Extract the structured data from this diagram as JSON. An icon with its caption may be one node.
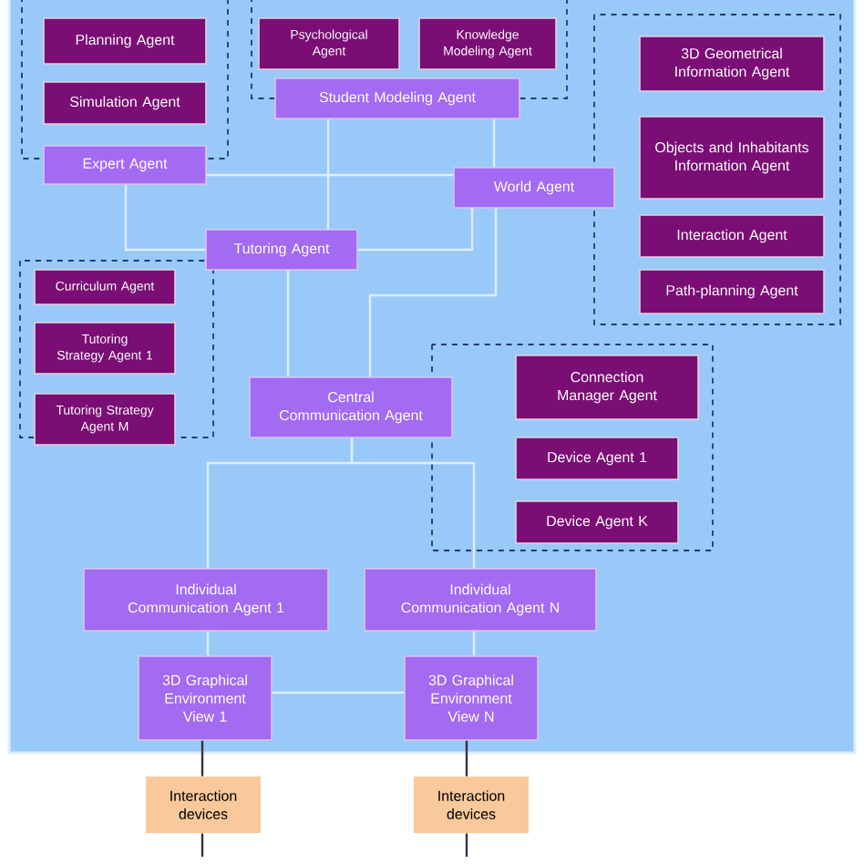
{
  "diagram": {
    "nodes": [
      {
        "text": [
          "Planning Agent"
        ]
      },
      {
        "text": [
          "Simulation Agent"
        ]
      },
      {
        "text": [
          "Expert Agent"
        ]
      },
      {
        "text": [
          "Psychological Agent"
        ]
      },
      {
        "text": [
          "Knowledge Modeling Agent"
        ]
      },
      {
        "text": [
          "Student Modeling Agent"
        ]
      },
      {
        "text": [
          "World Agent"
        ]
      },
      {
        "text": [
          "3D Geometrical Information Agent"
        ]
      },
      {
        "text": [
          "Objects and Inhabitants Information Agent"
        ]
      },
      {
        "text": [
          "Interaction Agent"
        ]
      },
      {
        "text": [
          "Path-planning Agent"
        ]
      },
      {
        "text": [
          "Tutoring Agent"
        ]
      },
      {
        "text": [
          "Curriculum Agent"
        ]
      },
      {
        "text": [
          "Tutoring Strategy Agent 1"
        ]
      },
      {
        "text": [
          "Tutoring Strategy Agent M"
        ]
      },
      {
        "text": [
          "Central Communication Agent"
        ]
      },
      {
        "text": [
          "Connection Manager Agent"
        ]
      },
      {
        "text": [
          "Device Agent 1"
        ]
      },
      {
        "text": [
          "Device Agent K"
        ]
      },
      {
        "text": [
          "Individual Communication Agent 1"
        ]
      },
      {
        "text": [
          "Individual Communication Agent N"
        ]
      },
      {
        "text": [
          "3D Graphical Environment View 1"
        ]
      },
      {
        "text": [
          "3D Graphical Environment View N"
        ]
      },
      {
        "text": [
          "Interaction devices"
        ]
      },
      {
        "text": [
          "Interaction devices"
        ]
      }
    ],
    "edges": [
      {
        "from": 2,
        "to": 6,
        "arrow": "none"
      },
      {
        "from": 2,
        "to": 11,
        "arrow": "none"
      },
      {
        "from": 5,
        "to": 11,
        "arrow": "none"
      },
      {
        "from": 5,
        "to": 6,
        "arrow": "none"
      },
      {
        "from": 11,
        "to": 6,
        "arrow": "none"
      },
      {
        "from": 6,
        "to": 15,
        "arrow": "none"
      },
      {
        "from": 11,
        "to": 15,
        "arrow": "none"
      },
      {
        "from": 15,
        "to": 19,
        "arrow": "none"
      },
      {
        "from": 15,
        "to": 20,
        "arrow": "none"
      },
      {
        "from": 19,
        "to": 21,
        "arrow": "none"
      },
      {
        "from": 20,
        "to": 22,
        "arrow": "none"
      },
      {
        "from": 21,
        "to": 22,
        "arrow": "none"
      },
      {
        "from": 21,
        "to": 23,
        "arrow": "none",
        "color": "#333344"
      },
      {
        "from": 22,
        "to": 24,
        "arrow": "none",
        "color": "#333344"
      },
      {
        "from": 23,
        "to": null,
        "arrow": "none",
        "color": "#333344"
      },
      {
        "from": 24,
        "to": null,
        "arrow": "none",
        "color": "#333344"
      }
    ]
  }
}
